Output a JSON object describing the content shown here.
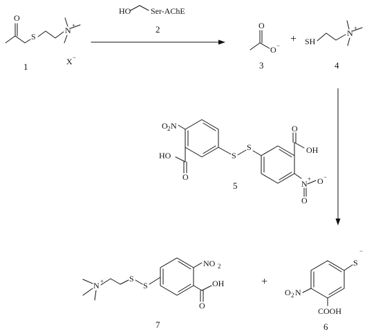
{
  "compounds": [
    {
      "number": "1",
      "counterion": "X",
      "counterion_charge": "−"
    },
    {
      "number": "2",
      "reagent_hydroxyl": "HO",
      "reagent_enzyme": "Ser-AChE"
    },
    {
      "number": "3",
      "oxygen": "O",
      "charge": "−"
    },
    {
      "number": "4",
      "thiol": "SH",
      "nitrogen": "N",
      "charge": "+"
    },
    {
      "number": "5",
      "nitro_N": "N",
      "nitro_O": "O",
      "nitro_O_sub": "2",
      "acid_left": "HO",
      "acid_right": "OH",
      "sulfur": "S",
      "nitro_plus": "+",
      "oxide_minus": "−"
    },
    {
      "number": "6",
      "sulfur": "S",
      "sulfur_charge": "−",
      "nitro": "O",
      "nitro_sub": "2",
      "nitro_N": "N",
      "acid": "COOH"
    },
    {
      "number": "7",
      "sulfur": "S",
      "nitrogen": "N",
      "charge": "+",
      "nitro": "NO",
      "nitro_sub": "2",
      "acid": "OH",
      "carbonyl_O": "O"
    }
  ],
  "operators": {
    "plus": "+"
  }
}
